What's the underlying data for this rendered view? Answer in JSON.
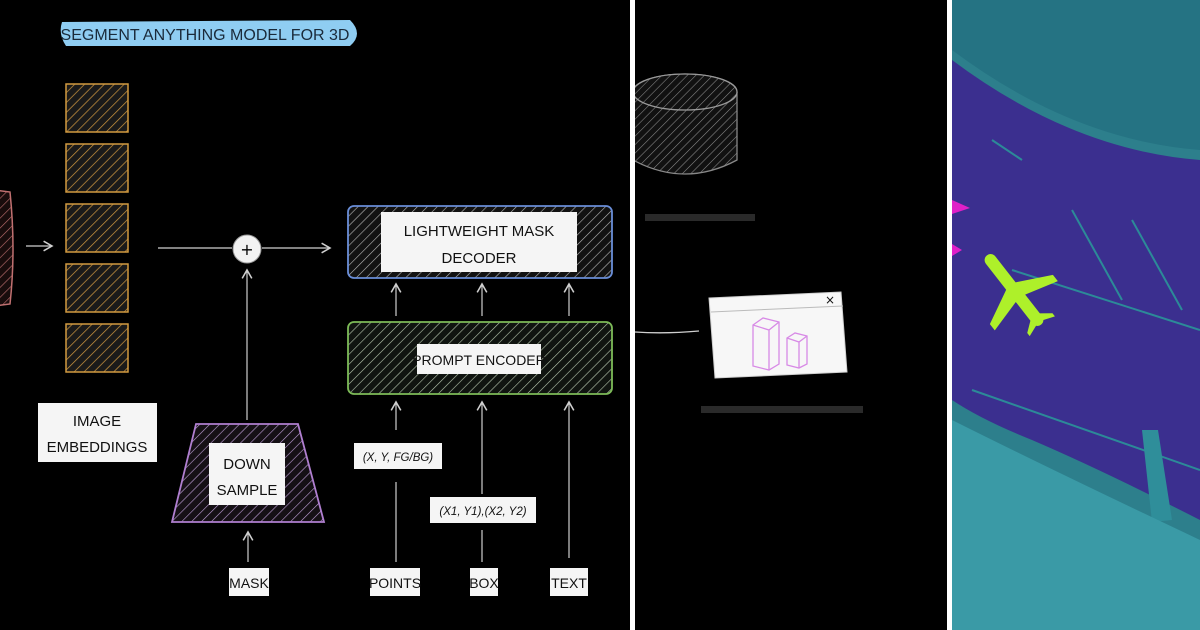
{
  "diagram": {
    "title": "SEGMENT ANYTHING MODEL FOR 3D",
    "image_embeddings": "IMAGE EMBEDDINGS",
    "image_embeddings_line1": "IMAGE",
    "image_embeddings_line2": "EMBEDDINGS",
    "down_sample_line1": "DOWN",
    "down_sample_line2": "SAMPLE",
    "mask_decoder_line1": "LIGHTWEIGHT MASK",
    "mask_decoder_line2": "DECODER",
    "prompt_encoder": "PROMPT ENCODER",
    "plus": "+",
    "point_format": "(X, Y, FG/BG)",
    "box_format": "(X1, Y1),(X2, Y2)",
    "inputs": {
      "mask": "MASK",
      "points": "POINTS",
      "box": "BOX",
      "text": "TEXT"
    },
    "close_glyph": "×"
  },
  "colors": {
    "background": "#000000",
    "embeddings": "#d29a40",
    "down_sample": "#b07fd0",
    "mask_decoder": "#6a8ed8",
    "prompt_encoder": "#7dbb58",
    "title_pill": "#8fcdf2",
    "aerial_base": "#2d7f8c",
    "aerial_purple": "#3b2f8f",
    "airplane": "#aef02a",
    "magenta": "#e020c8"
  }
}
